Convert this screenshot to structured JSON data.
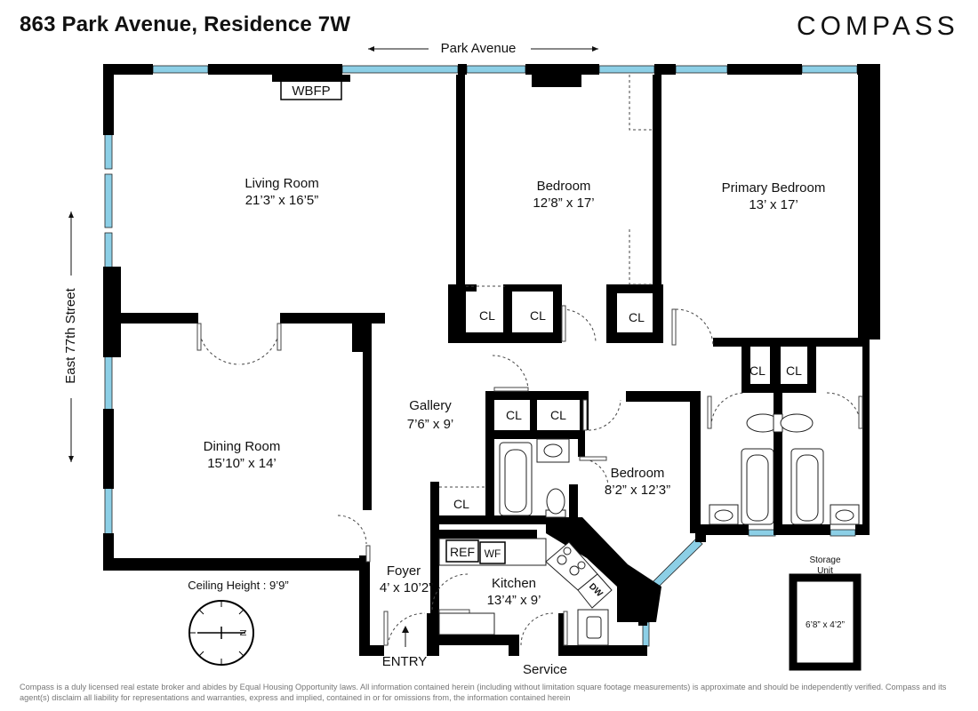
{
  "header": {
    "title": "863 Park Avenue, Residence 7W",
    "brand": "COMPASS"
  },
  "streets": {
    "top": "Park Avenue",
    "left": "East 77th Street"
  },
  "rooms": {
    "living": {
      "name": "Living Room",
      "size": "21’3” x 16’5”"
    },
    "bedroom1": {
      "name": "Bedroom",
      "size": "12’8” x 17’"
    },
    "primary": {
      "name": "Primary Bedroom",
      "size": "13’ x 17’"
    },
    "dining": {
      "name": "Dining Room",
      "size": "15’10” x 14’"
    },
    "gallery": {
      "name": "Gallery",
      "size": "7’6” x 9’"
    },
    "bedroom2": {
      "name": "Bedroom",
      "size": "8’2” x 12’3”"
    },
    "foyer": {
      "name": "Foyer",
      "size": "4’ x 10’2”"
    },
    "kitchen": {
      "name": "Kitchen",
      "size": "13’4” x 9’"
    },
    "storage": {
      "name_line1": "Storage",
      "name_line2": "Unit",
      "size": "6’8” x 4’2”"
    }
  },
  "fixtures": {
    "fireplace": "WBFP",
    "closet": "CL",
    "refrigerator": "REF",
    "wine_fridge": "WF",
    "dishwasher": "DW"
  },
  "labels": {
    "ceiling": "Ceiling Height : 9’9”",
    "entry": "ENTRY",
    "service": "Service",
    "compass_n": "N"
  },
  "disclaimer": "Compass is a duly licensed real estate broker and abides by Equal Housing Opportunity laws.  All information contained herein (including without limitation square footage measurements) is approximate and should be independently verified. Compass and its agent(s) disclaim all liability for representations and warranties, express and implied, contained in or for omissions from, the information contained herein",
  "colors": {
    "wall": "#000000",
    "window": "#8ccfe6",
    "brand_text": "#111111"
  }
}
